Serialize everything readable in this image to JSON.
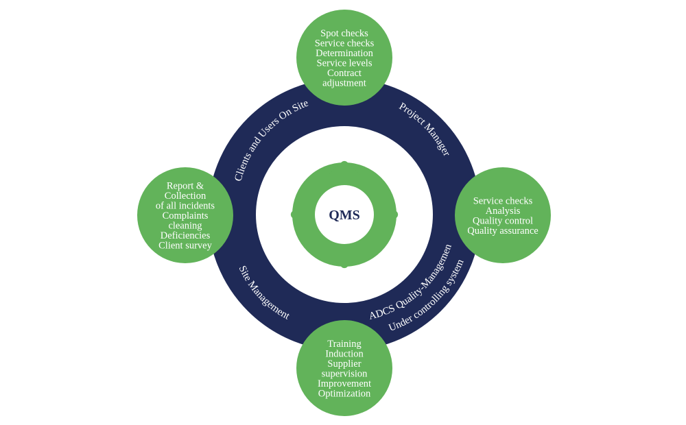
{
  "center": {
    "label": "QMS"
  },
  "ring_labels": {
    "top_left": "Clients and Users On Site",
    "top_right": "Project Manager",
    "bottom_left": "Site Management",
    "bottom_right_line1": "ADCS Quality-Management",
    "bottom_right_line2": "Under controlling system"
  },
  "nodes": {
    "top": [
      "Spot checks",
      "Service checks",
      "Determination",
      "Service levels",
      "Contract",
      "adjustment"
    ],
    "right": [
      "Service checks",
      "Analysis",
      "Quality control",
      "Quality assurance"
    ],
    "bottom": [
      "Training",
      "Induction",
      "Supplier",
      "supervision",
      "Improvement",
      "Optimization"
    ],
    "left": [
      "Report &",
      "Collection",
      "of all incidents",
      "Complaints",
      "cleaning",
      "Deficiencies",
      "Client survey"
    ]
  },
  "colors": {
    "ring": "#1f2a57",
    "node": "#62b35a",
    "background": "#ffffff",
    "center_text": "#1f2a57"
  }
}
